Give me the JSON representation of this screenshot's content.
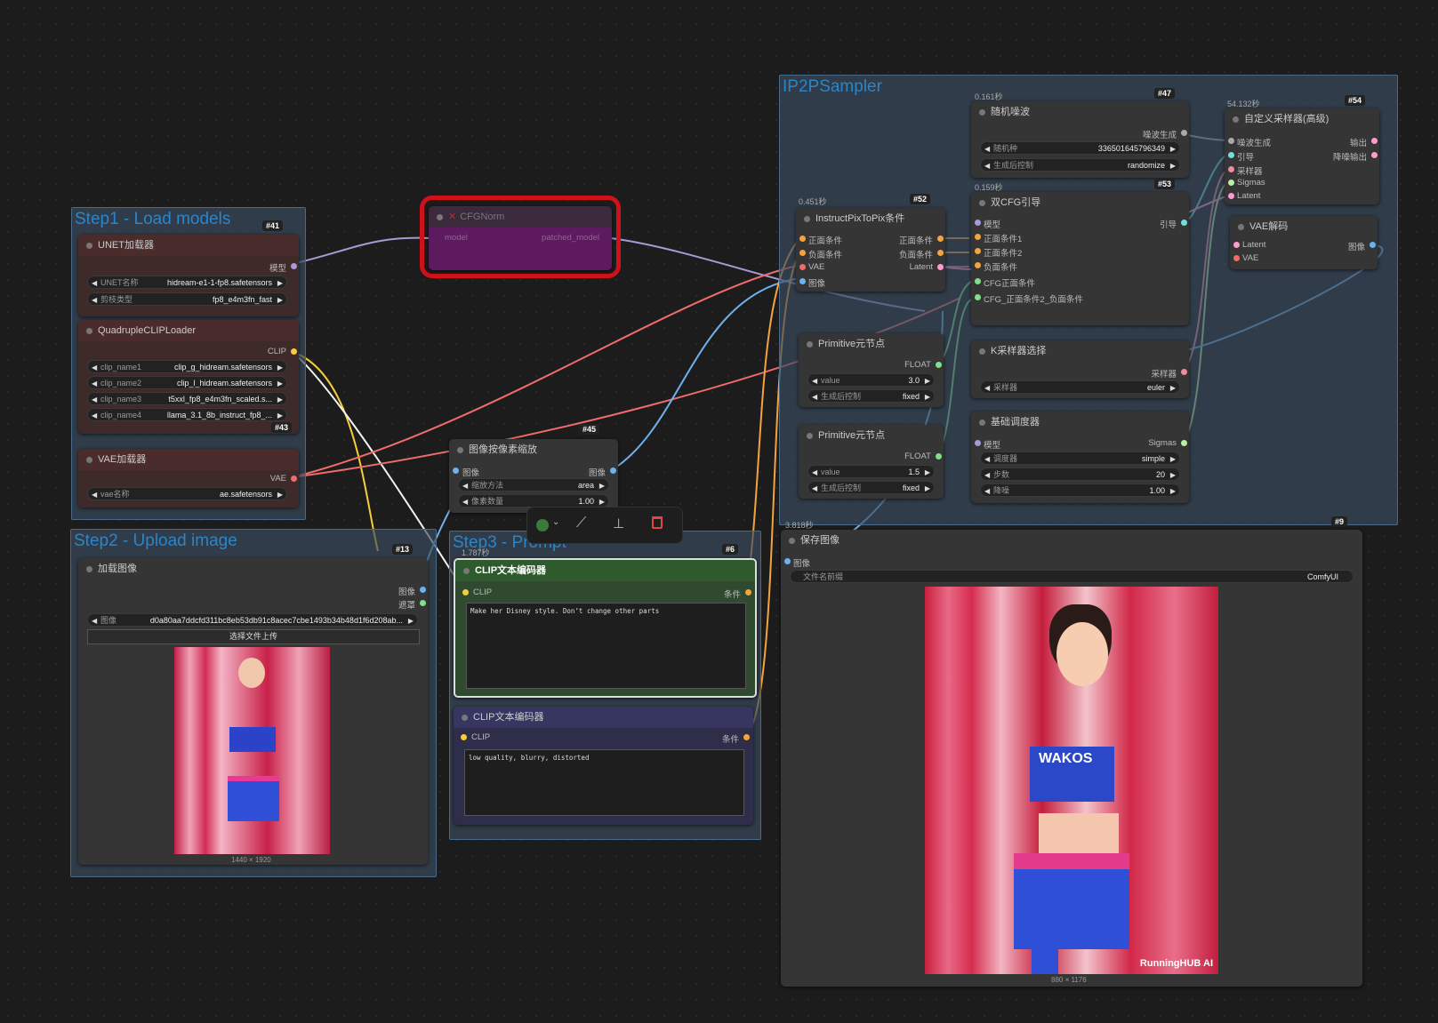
{
  "groups": {
    "step1": "Step1 - Load models",
    "step2": "Step2 - Upload image",
    "step3": "Step3 - Prompt",
    "ip2p": "IP2PSampler"
  },
  "nodes": {
    "unet": {
      "title": "UNET加载器",
      "out": "模型",
      "w1_label": "UNET名称",
      "w1_value": "hidream-e1-1-fp8.safetensors",
      "w2_label": "剪枝类型",
      "w2_value": "fp8_e4m3fn_fast"
    },
    "quadclip": {
      "title": "QuadrupleCLIPLoader",
      "out": "CLIP",
      "clip1_label": "clip_name1",
      "clip1": "clip_g_hidream.safetensors",
      "clip2_label": "clip_name2",
      "clip2": "clip_l_hidream.safetensors",
      "clip3_label": "clip_name3",
      "clip3": "t5xxl_fp8_e4m3fn_scaled.s...",
      "clip4_label": "clip_name4",
      "clip4": "llama_3.1_8b_instruct_fp8_...",
      "badge": "#43"
    },
    "vae": {
      "title": "VAE加载器",
      "out": "VAE",
      "w_label": "vae名称",
      "w_value": "ae.safetensors"
    },
    "step1_badge": "#41",
    "cfgnorm": {
      "title": "CFGNorm",
      "in": "model",
      "out": "patched_model"
    },
    "loadimg": {
      "title": "加载图像",
      "badge": "#13",
      "out1": "图像",
      "out2": "遮罩",
      "w_label": "图像",
      "w_value": "d0a80aa7ddcfd311bc8eb53db91c8acec7cbe1493b34b48d1f6d208ab...",
      "upload": "选择文件上传",
      "size": "1440 × 1920"
    },
    "scale": {
      "title": "图像按像素缩放",
      "badge": "#45",
      "in": "图像",
      "out": "图像",
      "w1_label": "缩放方法",
      "w1_value": "area",
      "w2_label": "像素数量",
      "w2_value": "1.00"
    },
    "clip_pos": {
      "time": "1.787秒",
      "badge": "#6",
      "title": "CLIP文本编码器",
      "in": "CLIP",
      "out": "条件",
      "text": "Make her Disney style. Don’t change other parts"
    },
    "clip_neg": {
      "title": "CLIP文本编码器",
      "in": "CLIP",
      "out": "条件",
      "text": "low quality, blurry, distorted"
    },
    "ip2p_cond": {
      "time": "0.451秒",
      "badge": "#52",
      "title": "InstructPixToPix条件",
      "in1": "正面条件",
      "in2": "负面条件",
      "in3": "VAE",
      "in4": "图像",
      "out1": "正面条件",
      "out2": "负面条件",
      "out3": "Latent"
    },
    "noise": {
      "time": "0.161秒",
      "badge": "#47",
      "title": "随机噪波",
      "out": "噪波生成",
      "w1_label": "随机种",
      "w1_value": "336501645796349",
      "w2_label": "生成后控制",
      "w2_value": "randomize"
    },
    "dualcfg": {
      "time": "0.159秒",
      "badge": "#53",
      "title": "双CFG引导",
      "in1": "模型",
      "in2": "正面条件1",
      "in3": "正面条件2",
      "in4": "负面条件",
      "in5": "CFG正面条件",
      "in6": "CFG_正面条件2_负面条件",
      "out": "引导"
    },
    "sampler_adv": {
      "time": "54.132秒",
      "badge": "#54",
      "title": "自定义采样器(高级)",
      "in1": "噪波生成",
      "in2": "引导",
      "in3": "采样器",
      "in4": "Sigmas",
      "in5": "Latent",
      "out1": "输出",
      "out2": "降噪输出"
    },
    "vaedecode": {
      "title": "VAE解码",
      "in1": "Latent",
      "in2": "VAE",
      "out": "图像"
    },
    "prim1": {
      "title": "Primitive元节点",
      "out": "FLOAT",
      "w1_label": "value",
      "w1_value": "3.0",
      "w2_label": "生成后控制",
      "w2_value": "fixed"
    },
    "prim2": {
      "title": "Primitive元节点",
      "out": "FLOAT",
      "w1_label": "value",
      "w1_value": "1.5",
      "w2_label": "生成后控制",
      "w2_value": "fixed"
    },
    "ksel": {
      "title": "K采样器选择",
      "out": "采样器",
      "w_label": "采样器",
      "w_value": "euler"
    },
    "sched": {
      "title": "基础调度器",
      "in": "模型",
      "out": "Sigmas",
      "w1_label": "调度器",
      "w1_value": "simple",
      "w2_label": "步数",
      "w2_value": "20",
      "w3_label": "降噪",
      "w3_value": "1.00"
    },
    "save": {
      "time": "3.818秒",
      "badge": "#9",
      "title": "保存图像",
      "in": "图像",
      "w_label": "文件名前缀",
      "w_value": "ComfyUI",
      "size": "880 × 1176",
      "watermark": "RunningHUB AI"
    }
  },
  "colors": {
    "accent_red": "#d0111a",
    "group_blue": "#2a86c9"
  },
  "toolbar": {
    "icons": [
      "color-picker-icon",
      "bypass-wand-icon",
      "pin-icon",
      "trash-icon"
    ]
  }
}
